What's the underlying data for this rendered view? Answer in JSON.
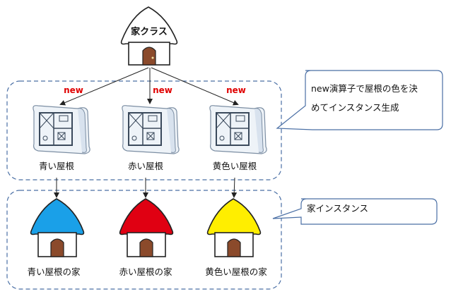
{
  "top_house": {
    "label": "家クラス"
  },
  "arrows": {
    "new_label": "new"
  },
  "blueprints": [
    {
      "label": "青い屋根"
    },
    {
      "label": "赤い屋根"
    },
    {
      "label": "黄色い屋根"
    }
  ],
  "houses": [
    {
      "label": "青い屋根の家",
      "roof_color": "#1aa0e8"
    },
    {
      "label": "赤い屋根の家",
      "roof_color": "#e00012"
    },
    {
      "label": "黄色い屋根の家",
      "roof_color": "#ffee00"
    }
  ],
  "callouts": {
    "blueprints_note_line1": "new演算子で屋根の色を決",
    "blueprints_note_line2": "めてインスタンス生成",
    "houses_note": "家インスタンス"
  },
  "colors": {
    "dashed_border": "#4a6fa5",
    "new_text": "#e00000",
    "house_door": "#8b4a2b",
    "top_roof": "#ffffff"
  }
}
